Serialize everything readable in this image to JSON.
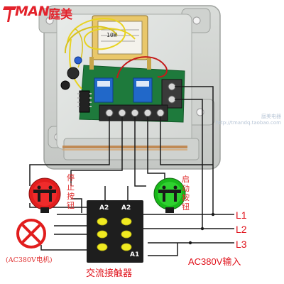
{
  "brand": {
    "name_en": "MAN",
    "name_cn": "庭美",
    "logo_color": "#e3222b"
  },
  "watermark": {
    "line1": "庭美电器",
    "line2": "http://tmandq.taobao.com"
  },
  "buttons": {
    "stop_label": "停止按钮",
    "stop_color": "#e11d1d",
    "start_label": "启动按钮",
    "start_color": "#19b81a"
  },
  "motor": {
    "label": "(AC380V电机)",
    "color": "#e11d1d"
  },
  "contactor": {
    "label": "交流接触器",
    "pin_a2_left": "A2",
    "pin_a2_right": "A2",
    "pin_a1": "A1",
    "body_color": "#1e1e1e",
    "contact_color": "#f0ea21"
  },
  "supply": {
    "lines": [
      "L1",
      "L2",
      "L3"
    ],
    "input_label": "AC380V输入",
    "wire_color": "#1a1a1a",
    "label_color": "#e0121b"
  },
  "board": {
    "transformer_label": "10W"
  }
}
